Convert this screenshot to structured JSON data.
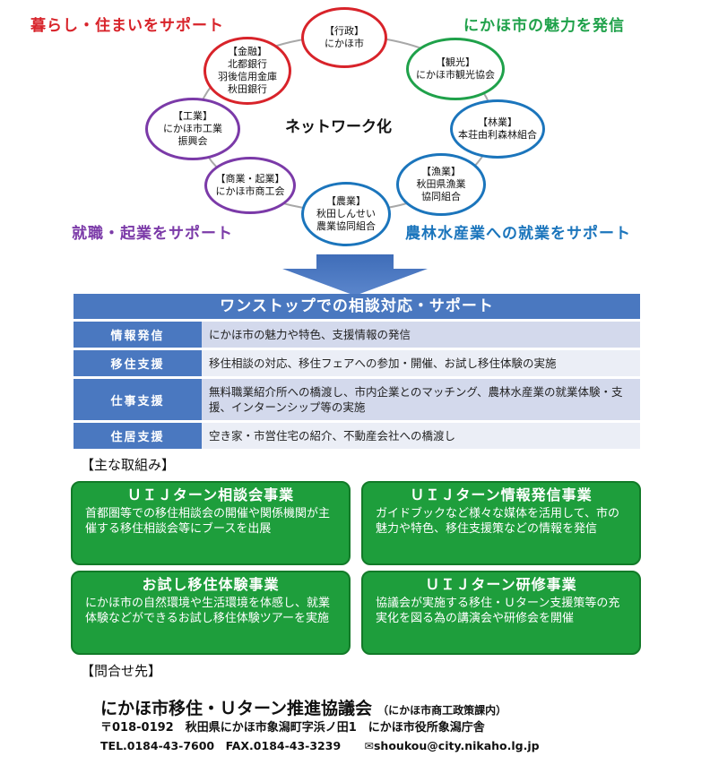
{
  "corners": {
    "top_left": "暮らし・住まいをサポート",
    "top_right": "にかほ市の魅力を発信",
    "bottom_left": "就職・起業をサポート",
    "bottom_right": "農林水産業への就業をサポート"
  },
  "network_label": "ネットワーク化",
  "nodes": {
    "gyosei": [
      "【行政】",
      "にかほ市"
    ],
    "kinyu": [
      "【金融】",
      "北都銀行",
      "羽後信用金庫",
      "秋田銀行"
    ],
    "kanko": [
      "【観光】",
      "にかほ市観光協会"
    ],
    "kogyo": [
      "【工業】",
      "にかほ市工業",
      "振興会"
    ],
    "ringyo": [
      "【林業】",
      "本荘由利森林組合"
    ],
    "shogyo": [
      "【商業・起業】",
      "にかほ市商工会"
    ],
    "gyogyo": [
      "【漁業】",
      "秋田県漁業",
      "協同組合"
    ],
    "nogyo": [
      "【農業】",
      "秋田しんせい",
      "農業協同組合"
    ]
  },
  "colors": {
    "red": "#d8232a",
    "green": "#1fa14a",
    "blue": "#1b75bc",
    "purple": "#7b3aa8",
    "table_blue": "#4a78c0",
    "box_green": "#1e9e3c"
  },
  "table": {
    "header": "ワンストップでの相談対応・サポート",
    "rows": [
      {
        "label": "情報発信",
        "text": "にかほ市の魅力や特色、支援情報の発信"
      },
      {
        "label": "移住支援",
        "text": "移住相談の対応、移住フェアへの参加・開催、お試し移住体験の実施"
      },
      {
        "label": "仕事支援",
        "text": "無料職業紹介所への橋渡し、市内企業とのマッチング、農林水産業の就業体験・支援、インターンシップ等の実施"
      },
      {
        "label": "住居支援",
        "text": "空き家・市営住宅の紹介、不動産会社への橋渡し"
      }
    ]
  },
  "initiatives_heading": "【主な取組み】",
  "initiatives": [
    {
      "title": "ＵＩＪターン相談会事業",
      "body": "首都圏等での移住相談会の開催や関係機関が主催する移住相談会等にブースを出展"
    },
    {
      "title": "ＵＩＪターン情報発信事業",
      "body": "ガイドブックなど様々な媒体を活用して、市の魅力や特色、移住支援策などの情報を発信"
    },
    {
      "title": "お試し移住体験事業",
      "body": "にかほ市の自然環境や生活環境を体感し、就業体験などができるお試し移住体験ツアーを実施"
    },
    {
      "title": "ＵＩＪターン研修事業",
      "body": "協議会が実施する移住・Ｕターン支援策等の充実化を図る為の講演会や研修会を開催"
    }
  ],
  "contact_heading": "【問合せ先】",
  "contact": {
    "org": "にかほ市移住・Ｕターン推進協議会",
    "org_note": "（にかほ市商工政策課内）",
    "address": "〒018-0192　秋田県にかほ市象潟町字浜ノ田1　にかほ市役所象潟庁舎",
    "phone": "TEL.0184-43-7600　FAX.0184-43-3239",
    "email": "✉shoukou@city.nikaho.lg.jp"
  }
}
